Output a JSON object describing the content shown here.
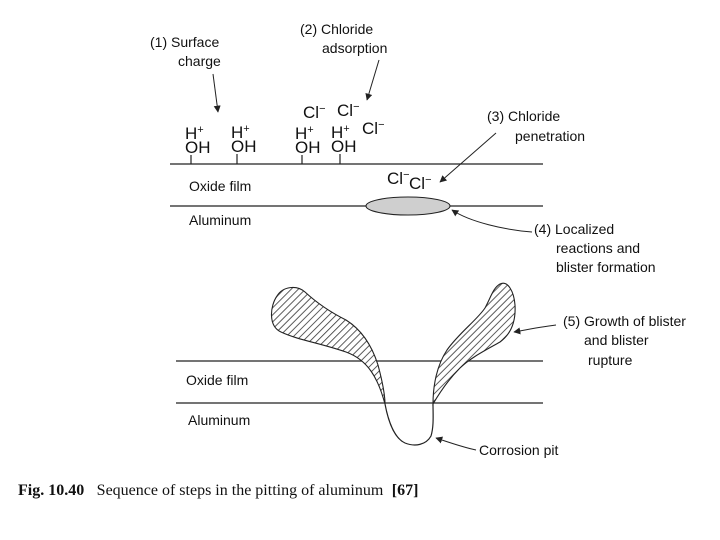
{
  "steps": {
    "s1": [
      "(1) Surface",
      "charge"
    ],
    "s2": [
      "(2) Chloride",
      "adsorption"
    ],
    "s3": [
      "(3) Chloride",
      "penetration"
    ],
    "s4": [
      "(4) Localized",
      "reactions and",
      "blister formation"
    ],
    "s5": [
      "(5) Growth of blister",
      "and blister",
      "rupture"
    ]
  },
  "ions": {
    "h": "H",
    "plus": "+",
    "oh": "OH",
    "cl": "Cl",
    "minus": "−"
  },
  "layers": {
    "oxide_film": "Oxide film",
    "aluminum": "Aluminum"
  },
  "pit_label": "Corrosion pit",
  "caption": {
    "number": "Fig. 10.40",
    "text": "Sequence of steps in the pitting of aluminum",
    "ref": "[67]"
  },
  "colors": {
    "blister_fill": "#cfcfcf",
    "line": "#222222"
  }
}
